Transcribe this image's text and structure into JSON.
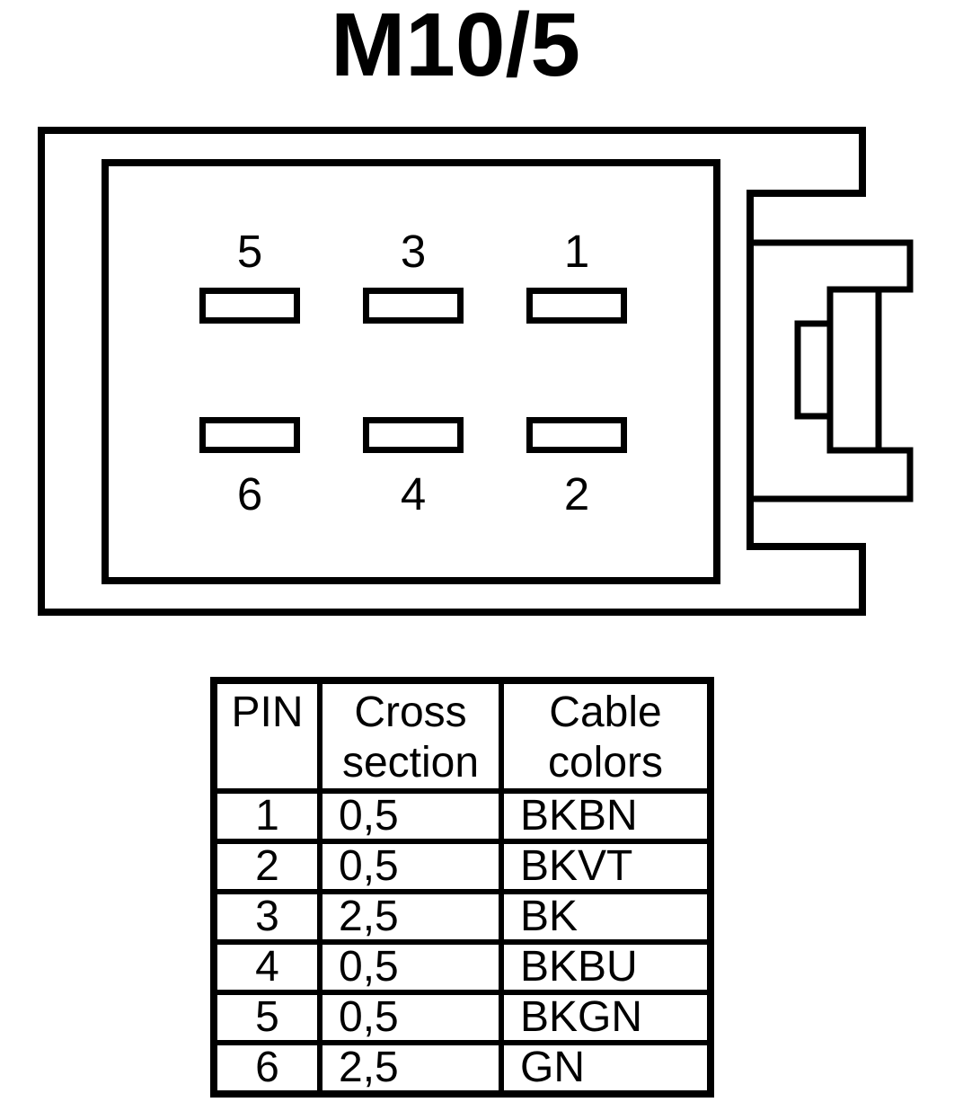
{
  "title": "M10/5",
  "colors": {
    "ink": "#000000",
    "paper": "#ffffff"
  },
  "connector": {
    "pins": [
      {
        "label": "5"
      },
      {
        "label": "3"
      },
      {
        "label": "1"
      },
      {
        "label": "6"
      },
      {
        "label": "4"
      },
      {
        "label": "2"
      }
    ]
  },
  "table": {
    "headers": [
      "PIN",
      "Cross section",
      "Cable colors"
    ],
    "rows": [
      {
        "pin": "1",
        "cross_section": "0,5",
        "cable_color": "BKBN"
      },
      {
        "pin": "2",
        "cross_section": "0,5",
        "cable_color": "BKVT"
      },
      {
        "pin": "3",
        "cross_section": "2,5",
        "cable_color": "BK"
      },
      {
        "pin": "4",
        "cross_section": "0,5",
        "cable_color": "BKBU"
      },
      {
        "pin": "5",
        "cross_section": "0,5",
        "cable_color": "BKGN"
      },
      {
        "pin": "6",
        "cross_section": "2,5",
        "cable_color": "GN"
      }
    ]
  }
}
